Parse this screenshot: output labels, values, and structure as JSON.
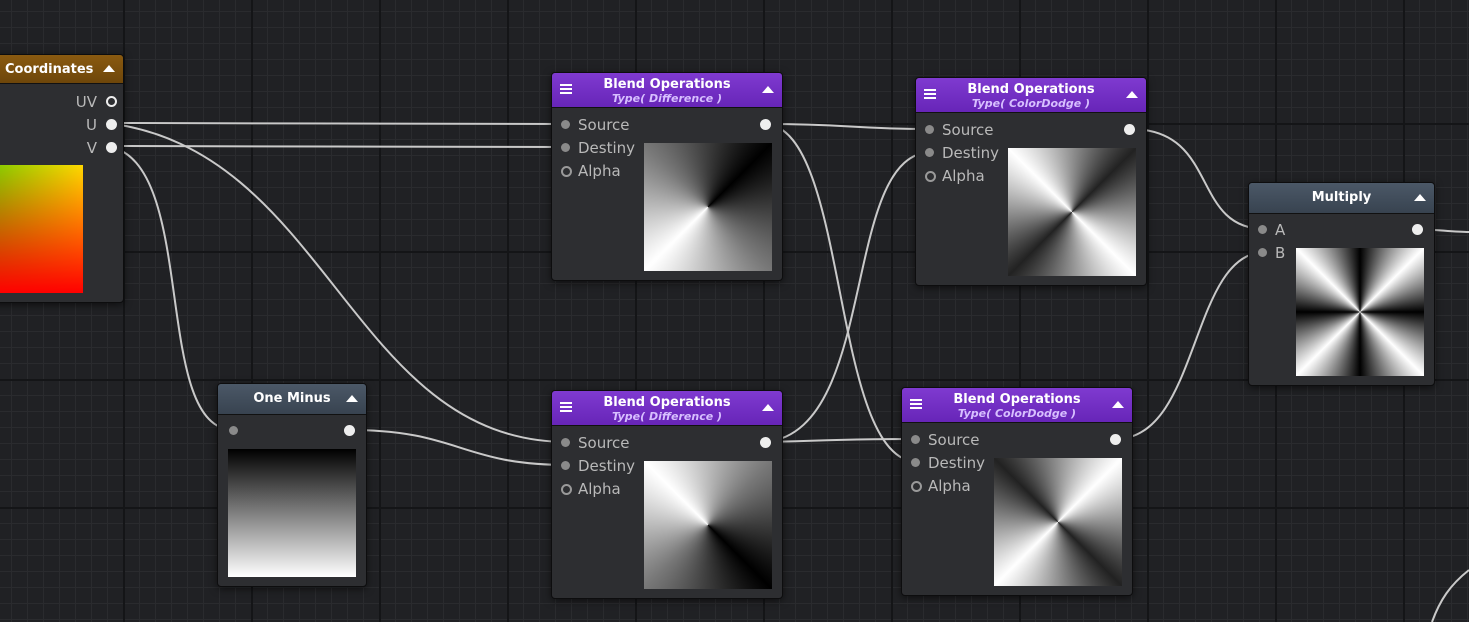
{
  "nodes": {
    "coordinates": {
      "title": "Coordinates",
      "outputs": [
        "UV",
        "U",
        "V"
      ]
    },
    "blend1": {
      "title": "Blend Operations",
      "subtitle": "Type( Difference )",
      "inputs": [
        "Source",
        "Destiny",
        "Alpha"
      ]
    },
    "blend2": {
      "title": "Blend Operations",
      "subtitle": "Type( ColorDodge )",
      "inputs": [
        "Source",
        "Destiny",
        "Alpha"
      ]
    },
    "blend3": {
      "title": "Blend Operations",
      "subtitle": "Type( Difference )",
      "inputs": [
        "Source",
        "Destiny",
        "Alpha"
      ]
    },
    "blend4": {
      "title": "Blend Operations",
      "subtitle": "Type( ColorDodge )",
      "inputs": [
        "Source",
        "Destiny",
        "Alpha"
      ]
    },
    "one_minus": {
      "title": "One Minus"
    },
    "multiply": {
      "title": "Multiply",
      "inputs": [
        "A",
        "B"
      ]
    }
  },
  "colors": {
    "canvas": "#202124",
    "node_body": "#2d2e31",
    "blend_header": "#7f3ad0",
    "math_header": "#4b5867",
    "coord_header": "#8a5a10",
    "wire": "#c9c9c9"
  }
}
